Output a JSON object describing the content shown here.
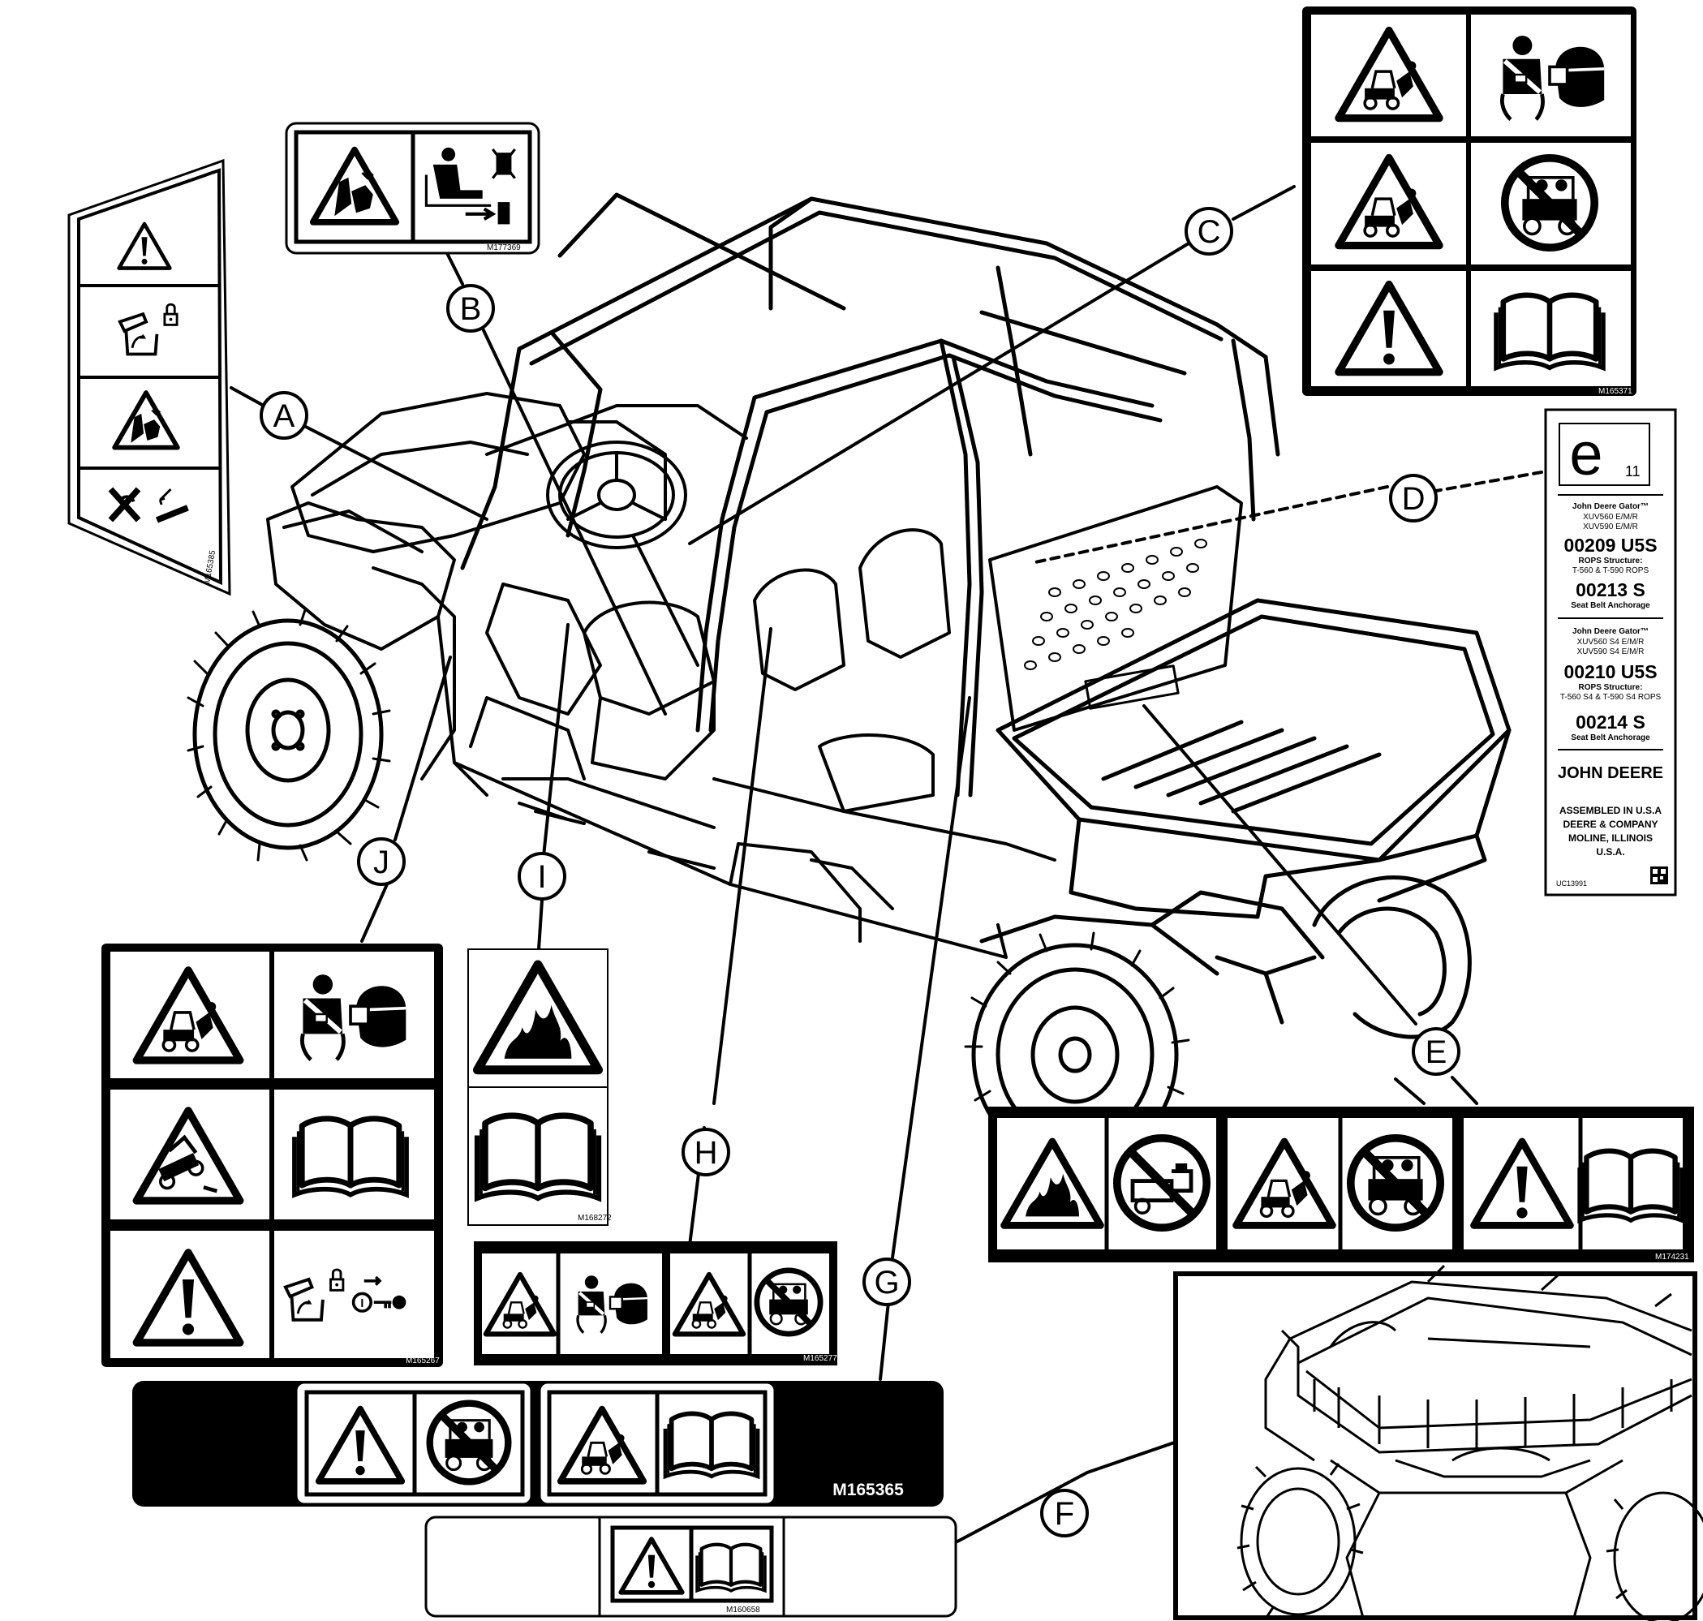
{
  "callouts": [
    "A",
    "B",
    "C",
    "D",
    "E",
    "F",
    "G",
    "H",
    "I",
    "J"
  ],
  "label_codes": {
    "A": "M165385",
    "B": "M177369",
    "C": "M165371",
    "E": "M174231",
    "F": "M160658",
    "G": "M165365",
    "H": "M165277",
    "I": "M168272",
    "J": "M165267"
  },
  "plate_d": {
    "mark": "e",
    "mark_sub": "11",
    "group1": {
      "brand": "John Deere Gator™",
      "models": [
        "XUV560 E/M/R",
        "XUV590 E/M/R"
      ],
      "rops_number": "00209 U5S",
      "rops_label": "ROPS Structure:",
      "rops_models": "T-560 & T-590 ROPS",
      "belt_number": "00213 S",
      "belt_label": "Seat Belt Anchorage"
    },
    "group2": {
      "brand": "John Deere Gator™",
      "models": [
        "XUV560 S4 E/M/R",
        "XUV590 S4 E/M/R"
      ],
      "rops_number": "00210 U5S",
      "rops_label": "ROPS Structure:",
      "rops_models": "T-560 S4 & T-590 S4 ROPS",
      "belt_number": "00214 S",
      "belt_label": "Seat Belt Anchorage"
    },
    "maker": "JOHN DEERE",
    "address": [
      "ASSEMBLED IN U.S.A",
      "DEERE & COMPANY",
      "MOLINE, ILLINOIS",
      "U.S.A."
    ],
    "code": "UC13991"
  },
  "icons": {
    "A": [
      "warning-icon",
      "seat-lock-icon",
      "pinch-hazard-icon",
      "no-jump-icon"
    ],
    "B": [
      "pinch-hazard-icon",
      "operator-exit-icon"
    ],
    "C": [
      "rollover-hazard-icon",
      "seatbelt-helmet-icon",
      "rollover-hazard-icon",
      "no-passengers-icon",
      "warning-icon",
      "manual-icon"
    ],
    "E": [
      "fire-hazard-icon",
      "no-fire-icon",
      "rollover-hazard-icon",
      "no-passengers-icon",
      "warning-icon",
      "manual-icon"
    ],
    "F": [
      "warning-icon",
      "manual-icon"
    ],
    "G": [
      "warning-icon",
      "no-passengers-icon",
      "rollover-hazard-icon",
      "manual-icon"
    ],
    "H": [
      "rollover-hazard-icon",
      "seatbelt-helmet-icon",
      "rollover-hazard-icon",
      "no-passengers-icon"
    ],
    "I": [
      "fire-hazard-icon",
      "manual-icon"
    ],
    "J": [
      "rollover-hazard-icon",
      "seatbelt-helmet-icon",
      "tip-hazard-icon",
      "manual-icon",
      "warning-icon",
      "lock-key-icon"
    ]
  },
  "colors": {
    "ink": "#000000",
    "paper": "#ffffff"
  }
}
